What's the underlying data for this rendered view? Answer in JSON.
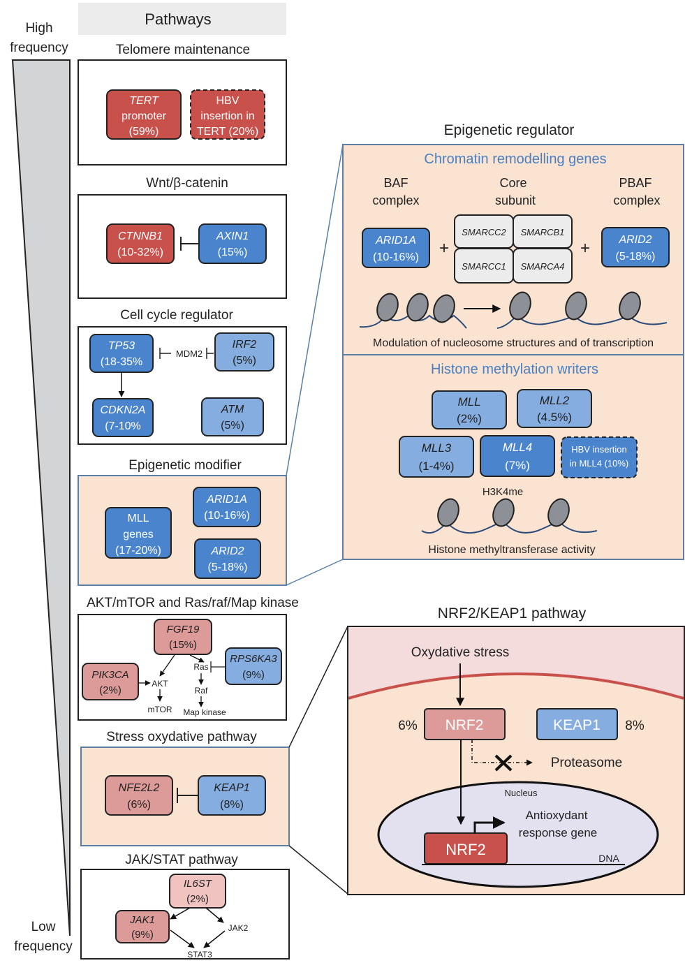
{
  "freq": {
    "high1": "High",
    "high2": "frequency",
    "low1": "Low",
    "low2": "frequency"
  },
  "pathways_header": "Pathways",
  "telomere": {
    "title": "Telomere maintenance",
    "tert": [
      "TERT",
      "promoter",
      "(59%)"
    ],
    "hbv": [
      "HBV",
      "insertion in",
      "TERT (20%)"
    ]
  },
  "wnt": {
    "title": "Wnt/β-catenin",
    "ctnnb1": [
      "CTNNB1",
      "(10-32%)"
    ],
    "axin1": [
      "AXIN1",
      "(15%)"
    ]
  },
  "cellcycle": {
    "title": "Cell cycle regulator",
    "tp53": [
      "TP53",
      "(18-35%"
    ],
    "mdm2": "MDM2",
    "irf2": [
      "IRF2",
      "(5%)"
    ],
    "cdkn2a": [
      "CDKN2A",
      "(7-10%"
    ],
    "atm": [
      "ATM",
      "(5%)"
    ]
  },
  "epimod": {
    "title": "Epigenetic modifier",
    "mll": [
      "MLL",
      "genes",
      "(17-20%)"
    ],
    "arid1a": [
      "ARID1A",
      "(10-16%)"
    ],
    "arid2": [
      "ARID2",
      "(5-18%)"
    ]
  },
  "akt": {
    "title": "AKT/mTOR and Ras/raf/Map kinase",
    "fgf19": [
      "FGF19",
      "(15%)"
    ],
    "pik3ca": [
      "PIK3CA",
      "(2%)"
    ],
    "rps6ka3": [
      "RPS6KA3",
      "(9%)"
    ],
    "akt": "AKT",
    "mtor": "mTOR",
    "ras": "Ras",
    "raf": "Raf",
    "mapk": "Map kinase"
  },
  "stress": {
    "title": "Stress oxydative pathway",
    "nfe2l2": [
      "NFE2L2",
      "(6%)"
    ],
    "keap1": [
      "KEAP1",
      "(8%)"
    ]
  },
  "jak": {
    "title": "JAK/STAT pathway",
    "il6st": [
      "IL6ST",
      "(2%)"
    ],
    "jak1": [
      "JAK1",
      "(9%)"
    ],
    "jak2": "JAK2",
    "stat3": "STAT3"
  },
  "epireg": {
    "title": "Epigenetic regulator",
    "chromatin_title": "Chromatin remodelling genes",
    "baf": [
      "BAF",
      "complex"
    ],
    "core": [
      "Core",
      "subunit"
    ],
    "pbaf": [
      "PBAF",
      "complex"
    ],
    "arid1a": [
      "ARID1A",
      "(10-16%)"
    ],
    "arid2": [
      "ARID2",
      "(5-18%)"
    ],
    "smarcc2": "SMARCC2",
    "smarcb1": "SMARCB1",
    "smarcc1": "SMARCC1",
    "smarca4": "SMARCA4",
    "plus": "+",
    "modulation": "Modulation of nucleosome structures and of transcription",
    "histone_title": "Histone methylation writers",
    "mll": [
      "MLL",
      "(2%)"
    ],
    "mll2": [
      "MLL2",
      "(4.5%)"
    ],
    "mll3": [
      "MLL3",
      "(1-4%)"
    ],
    "mll4": [
      "MLL4",
      "(7%)"
    ],
    "hbv": [
      "HBV insertion",
      "in MLL4 (10%)"
    ],
    "h3k4me": "H3K4me",
    "hmt": "Histone methyltransferase activity"
  },
  "nrf2": {
    "title": "NRF2/KEAP1 pathway",
    "stress": "Oxydative stress",
    "pct_nrf2": "6%",
    "nrf2": "NRF2",
    "keap1": "KEAP1",
    "pct_keap1": "8%",
    "proteasome": "Proteasome",
    "nucleus": "Nucleus",
    "antiox": [
      "Antioxydant",
      "response gene"
    ],
    "nrf2_nuc": "NRF2",
    "dna": "DNA"
  },
  "colors": {
    "red": "#c9514c",
    "pink": "#dc9b98",
    "blue": "#4a84cc",
    "lightblue": "#86ade0",
    "peach": "#fbe3d1",
    "panel_border": "#5a7fa6",
    "title_blue": "#4a7fc1",
    "cell_wall": "#f5dcdc",
    "nucleus_fill": "#e3e0f0"
  }
}
